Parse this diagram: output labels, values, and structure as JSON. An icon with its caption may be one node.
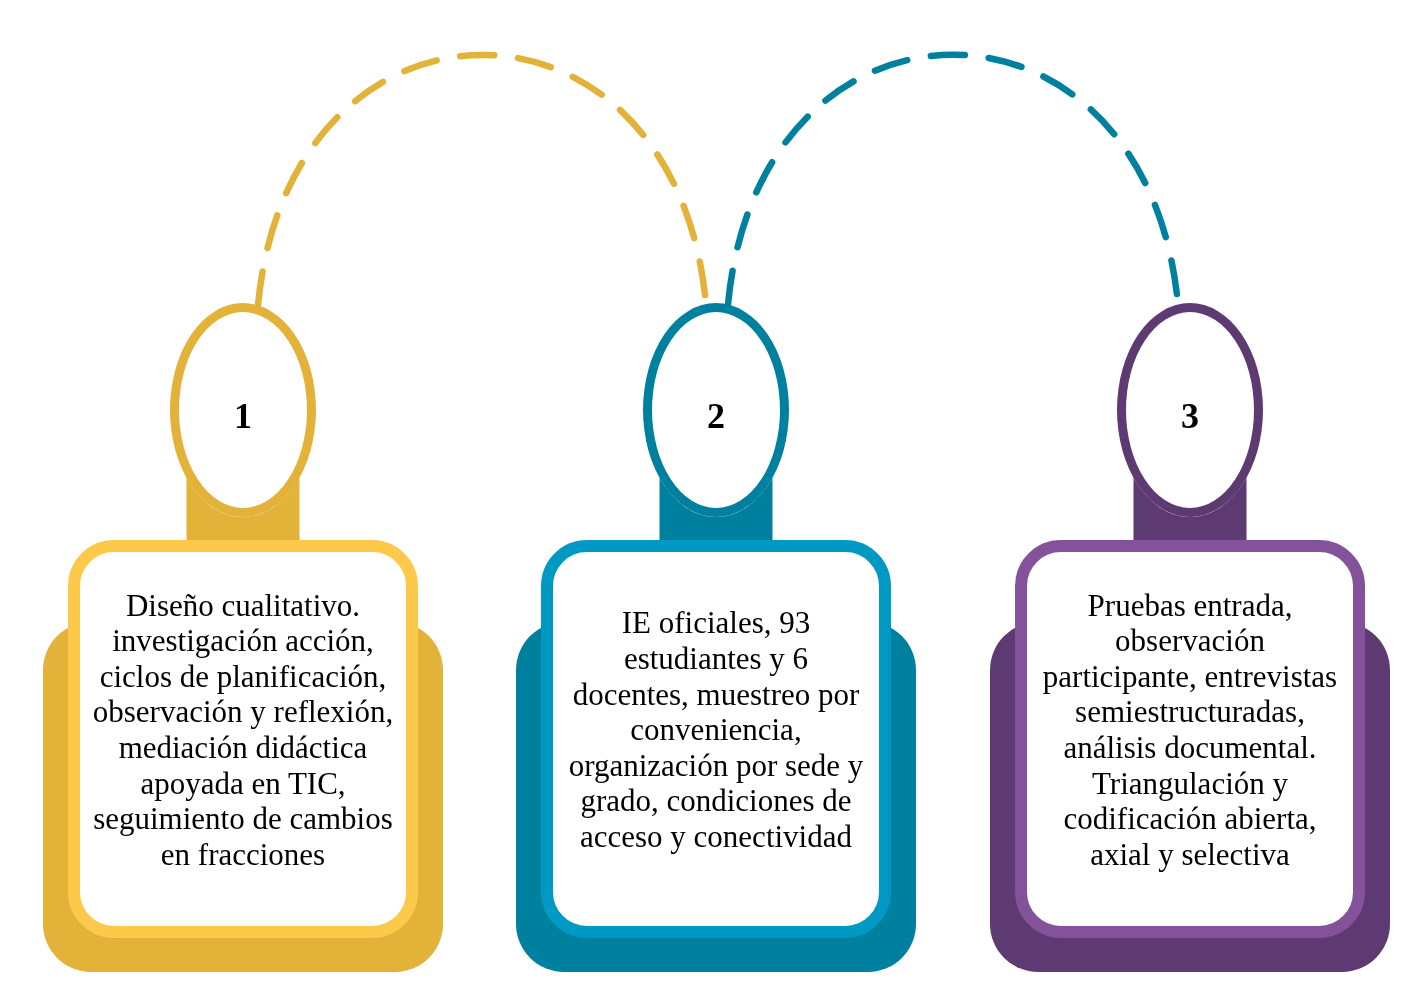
{
  "diagram": {
    "nodes": [
      {
        "text": [
          "1"
        ]
      },
      {
        "text": [
          "Diseño cualitativo. investigación acción, ciclos de planificación, observación y reflexión, mediación didáctica apoyada en TIC, seguimiento de cambios en fracciones"
        ]
      },
      {
        "text": [
          "2"
        ]
      },
      {
        "text": [
          "IE oficiales, 93 estudiantes y 6 docentes, muestreo por conveniencia, organización por sede y grado, condiciones de acceso y conectividad"
        ]
      },
      {
        "text": [
          "3"
        ]
      },
      {
        "text": [
          "Pruebas entrada, observación participante, entrevistas semiestructuradas, análisis documental. Triangulación y codificación abierta, axial y selectiva"
        ]
      }
    ],
    "edges": [
      {
        "from": 0,
        "to": 2,
        "arrow": "none",
        "style": "dashed",
        "color": "#e2b239"
      },
      {
        "from": 2,
        "to": 4,
        "arrow": "none",
        "style": "dashed",
        "color": "#00809f"
      },
      {
        "from": 0,
        "to": 1,
        "arrow": "none",
        "style": "thick",
        "color": "#e2b239"
      },
      {
        "from": 2,
        "to": 3,
        "arrow": "none",
        "style": "thick",
        "color": "#00809f"
      },
      {
        "from": 4,
        "to": 5,
        "arrow": "none",
        "style": "thick",
        "color": "#5e3a72"
      }
    ]
  }
}
